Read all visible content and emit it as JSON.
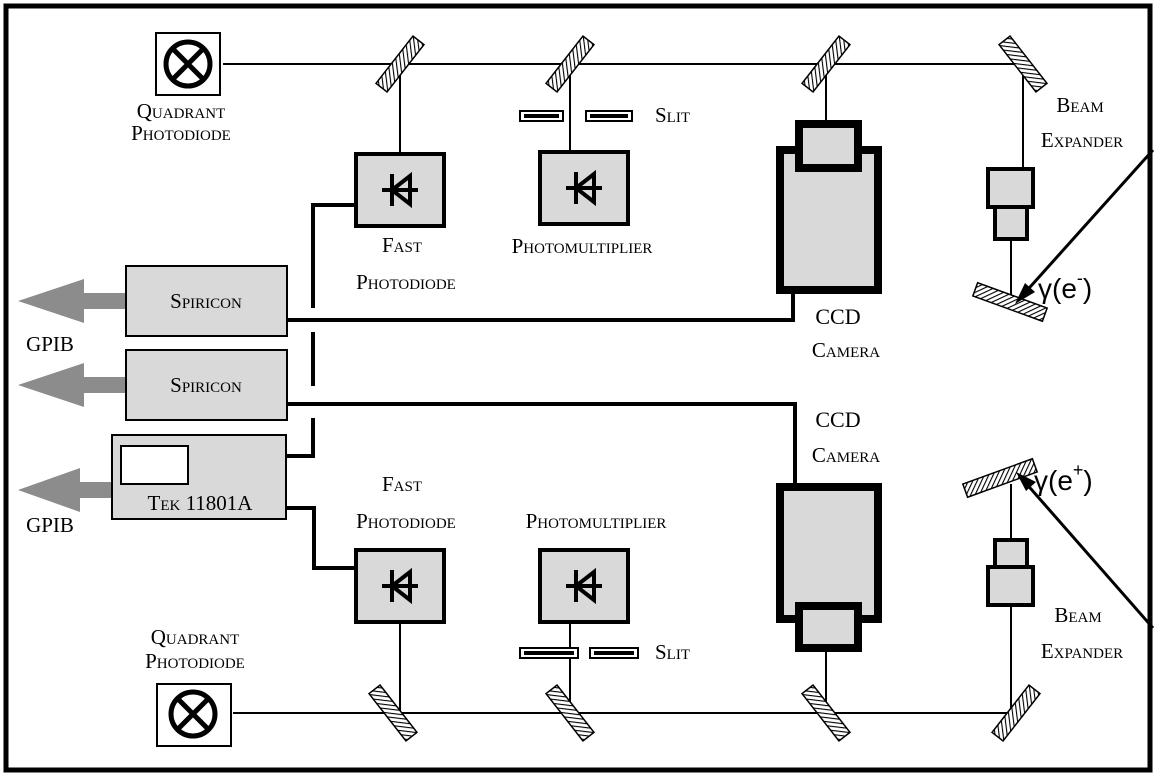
{
  "labels": {
    "quadrant_photodiode_line1": "Quadrant",
    "quadrant_photodiode_line2": "Photodiode",
    "fast_photodiode_line1": "Fast",
    "fast_photodiode_line2": "Photodiode",
    "photomultiplier": "Photomultiplier",
    "slit": "Slit",
    "beam_expander_line1": "Beam",
    "beam_expander_line2": "Expander",
    "ccd_camera_line1": "CCD",
    "ccd_camera_line2": "Camera",
    "spiricon": "Spiricon",
    "gpib": "GPIB",
    "tek_scope": "Tek 11801A",
    "gamma_electron_prefix": "γ(e",
    "gamma_electron_sup": "-",
    "gamma_positron_sup": "+",
    "gamma_suffix": ")"
  },
  "colors": {
    "box_fill": "#d9d9d9",
    "arrow_gray": "#8c8c8c",
    "line": "#000000"
  },
  "icons": {
    "quadrant_photodiode": "circle-cross-icon",
    "fast_photodiode": "diode-icon",
    "photomultiplier": "diode-icon",
    "mirror": "hatched-mirror-icon"
  }
}
